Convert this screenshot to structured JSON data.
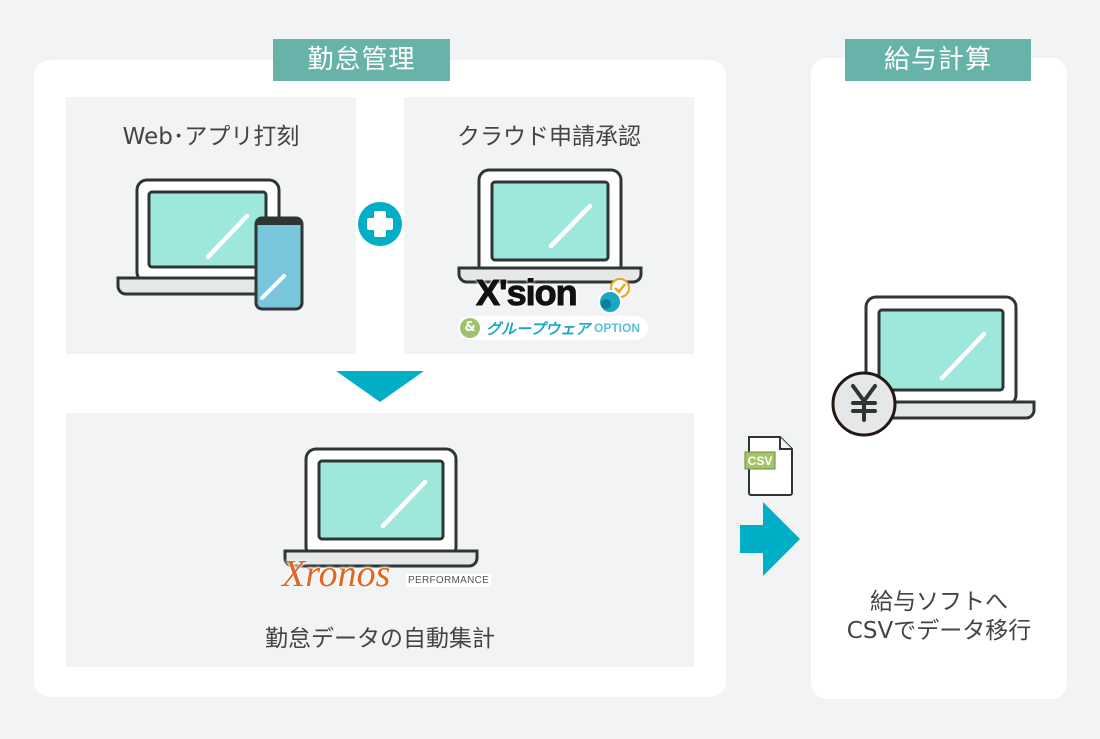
{
  "sections": {
    "attendance": {
      "tag": "勤怠管理",
      "web_box": {
        "title": "Web･アプリ打刻",
        "icons": [
          "laptop-icon",
          "smartphone-icon"
        ]
      },
      "plus_icon": "plus-circle-icon",
      "cloud_box": {
        "title": "クラウド申請承認",
        "icons": [
          "laptop-icon"
        ],
        "logo": {
          "name": "X'sion",
          "sub_amp": "&",
          "sub_text": "グループウェア",
          "sub_option": "OPTION"
        }
      },
      "down_arrow_icon": "down-triangle-icon",
      "aggregate_box": {
        "title": "勤怠データの自動集計",
        "logo": {
          "name": "Xronos",
          "suffix": "PERFORMANCE"
        }
      }
    },
    "transfer": {
      "file_label": "CSV",
      "file_icon": "csv-file-icon",
      "arrow_icon": "right-arrow-icon"
    },
    "payroll": {
      "tag": "給与計算",
      "icon": "laptop-yen-icon",
      "yen_symbol": "¥",
      "caption_lines": [
        "給与ソフトへ",
        "CSVでデータ移行"
      ]
    }
  },
  "colors": {
    "background": "#f2f3f5",
    "panel": "#ffffff",
    "tag": "#67b3aa",
    "accent": "#00aec6",
    "screen": "#9de7dd",
    "phone": "#79c6dc",
    "outline": "#2f3535",
    "xronos": "#e2671f"
  }
}
